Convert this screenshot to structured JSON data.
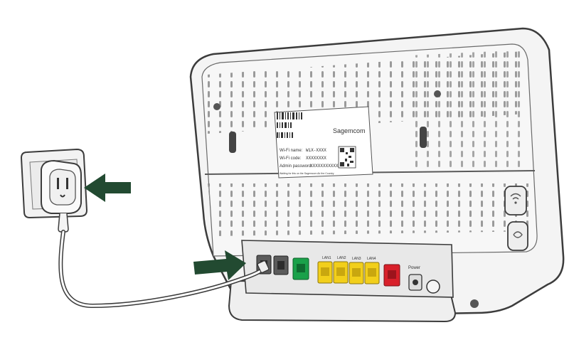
{
  "label": {
    "wifi_name_label": "Wi-Fi name:",
    "wifi_name_value": "WiX-XXXX",
    "wifi_code_label": "Wi-Fi code:",
    "wifi_code_value": "XXXXXXXX",
    "admin_password_label": "Admin password:",
    "admin_password_value": "XXXXXXXXXXXX",
    "brand": "Sagemcom",
    "footer_note": "Waiting for this on the Sagemcom Air the Country"
  },
  "ports": {
    "lan_labels": [
      "LAN1",
      "LAN2",
      "LAN3",
      "LAN4"
    ],
    "power_label": "Power"
  },
  "colors": {
    "outline": "#3c3c3c",
    "body": "#f3f3f3",
    "arrow": "#224a31",
    "green_port": "#1aa14a",
    "yellow_port": "#f2cf1b",
    "red_port": "#d8202a"
  },
  "icons": {
    "wifi_button": "wifi-icon",
    "wps_button": "wps-icon",
    "phone_port": "phone-port-icon"
  }
}
